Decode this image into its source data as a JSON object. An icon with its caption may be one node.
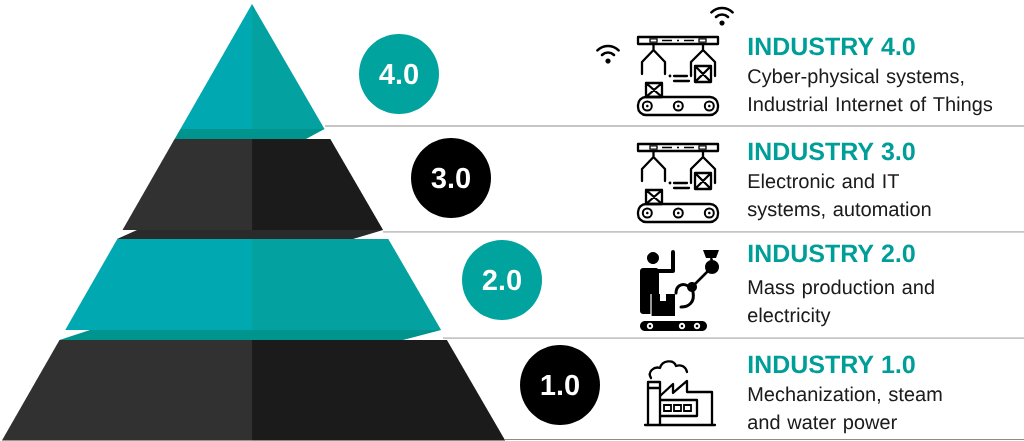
{
  "diagram": {
    "nodes": [
      {
        "text": [
          "4.0"
        ]
      },
      {
        "text": [
          "3.0"
        ]
      },
      {
        "text": [
          "2.0"
        ]
      },
      {
        "text": [
          "1.0"
        ]
      }
    ],
    "labels": [
      "INDUSTRY 4.0",
      "Cyber-physical systems, Industrial Internet of Things",
      "INDUSTRY 3.0",
      "Electronic and IT systems, automation",
      "INDUSTRY 2.0",
      "Mass production and electricity",
      "INDUSTRY 1.0",
      "Mechanization, steam and water power"
    ]
  }
}
